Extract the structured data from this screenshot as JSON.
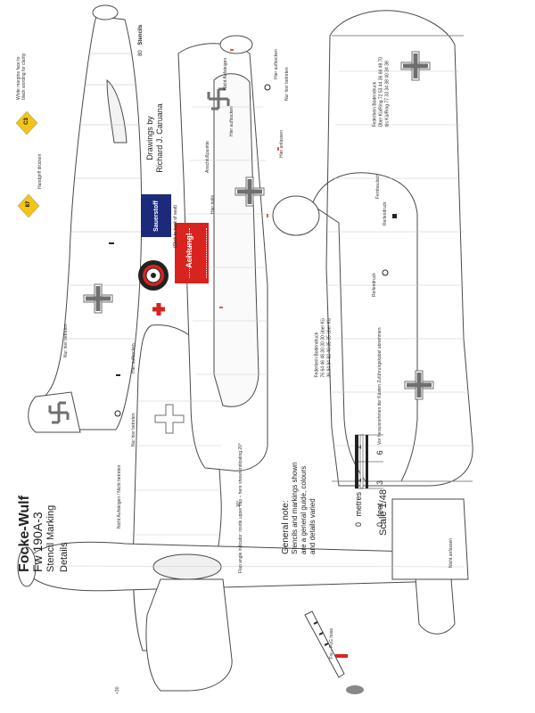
{
  "header": {
    "page_number": "80",
    "section": "Stencils"
  },
  "title": {
    "line1": "Focke-Wulf",
    "line2": "Fw 190A-3",
    "line3": "Stencil Marking",
    "line4": "Details"
  },
  "credits": {
    "line1": "Drawings by",
    "line2": "Richard J. Caruana"
  },
  "note": {
    "line1": "General note:",
    "line2": "Stencils and markings shown",
    "line3": "are a general guide, colours",
    "line4": "and details varied"
  },
  "scale": {
    "unit_m": "metres",
    "unit_ft": "feet",
    "m_ticks": [
      "0",
      "1",
      "2"
    ],
    "ft_ticks": [
      "0",
      "3",
      "6"
    ],
    "label": "Scale 1/48"
  },
  "placards": {
    "sauerstoff": "Sauerstoff",
    "achtung": "Achtung!",
    "stick_note": "(Stick to back of seat)"
  },
  "colors": {
    "red": "#d8231f",
    "yellow": "#f2c416",
    "navy": "#1c2a7a",
    "cross": "#6f6f6f",
    "outline": "#4a4a4a"
  },
  "fuel_badges": [
    "C3",
    "87"
  ],
  "stencils": {
    "nicht_aufsteigen": "Nicht Aufsteigen",
    "hier_aufbocken": "Hier aufbocken",
    "hier_aufbocken2": "Hier aufbocken",
    "nur_hier_betreten": "Nur hier betreten",
    "nur_hier_betreten2": "Nur hier betreten",
    "nicht_aufsteigen_nicht_betreten": "Nicht Aufsteigen / Nicht betreten",
    "white_margin": "White margins face to black wording for clarity",
    "handgriff": "Handgriff drücken",
    "hier_anfassen": "Hier anfassen",
    "anschlusspunkte": "Anschlußpunkte",
    "hier_bolts": "Hier bolts",
    "nur_hier_betreten3": "Nur hier betreten",
    "hier_aufbocken3": "Hier aufbocken",
    "ferbauloch": "Fernbauloch",
    "flap_angle": "Flap angle indicator: inside upper flap – here shown indicating 20°",
    "deg20": "20°",
    "deg30": "+30",
    "reifendruck": "Reifendruck",
    "reifendruck2": "Reifendruck",
    "vor_herausnehmen": "Vor herausnehmen der Kästen Zuführungskabel abnehmen",
    "fw_hose": "Fw – FuG hose",
    "nicht_anfassen": "Nicht anfassen",
    "federbein_bodendruck": "Federbein Bodendruck",
    "fb_row1": "76 64 46 48 30 30 30 über Kü",
    "fb_row2": "36 84 94 82 40 35 35 über Kü",
    "fb2_title": "Federbein Bodendruck",
    "fb2_row1": "Über Kü/Ring 72 53 44 36 66 48 70",
    "fb2_row2": "bis Kü/Ring 77 33 34 38 40 34 38"
  }
}
